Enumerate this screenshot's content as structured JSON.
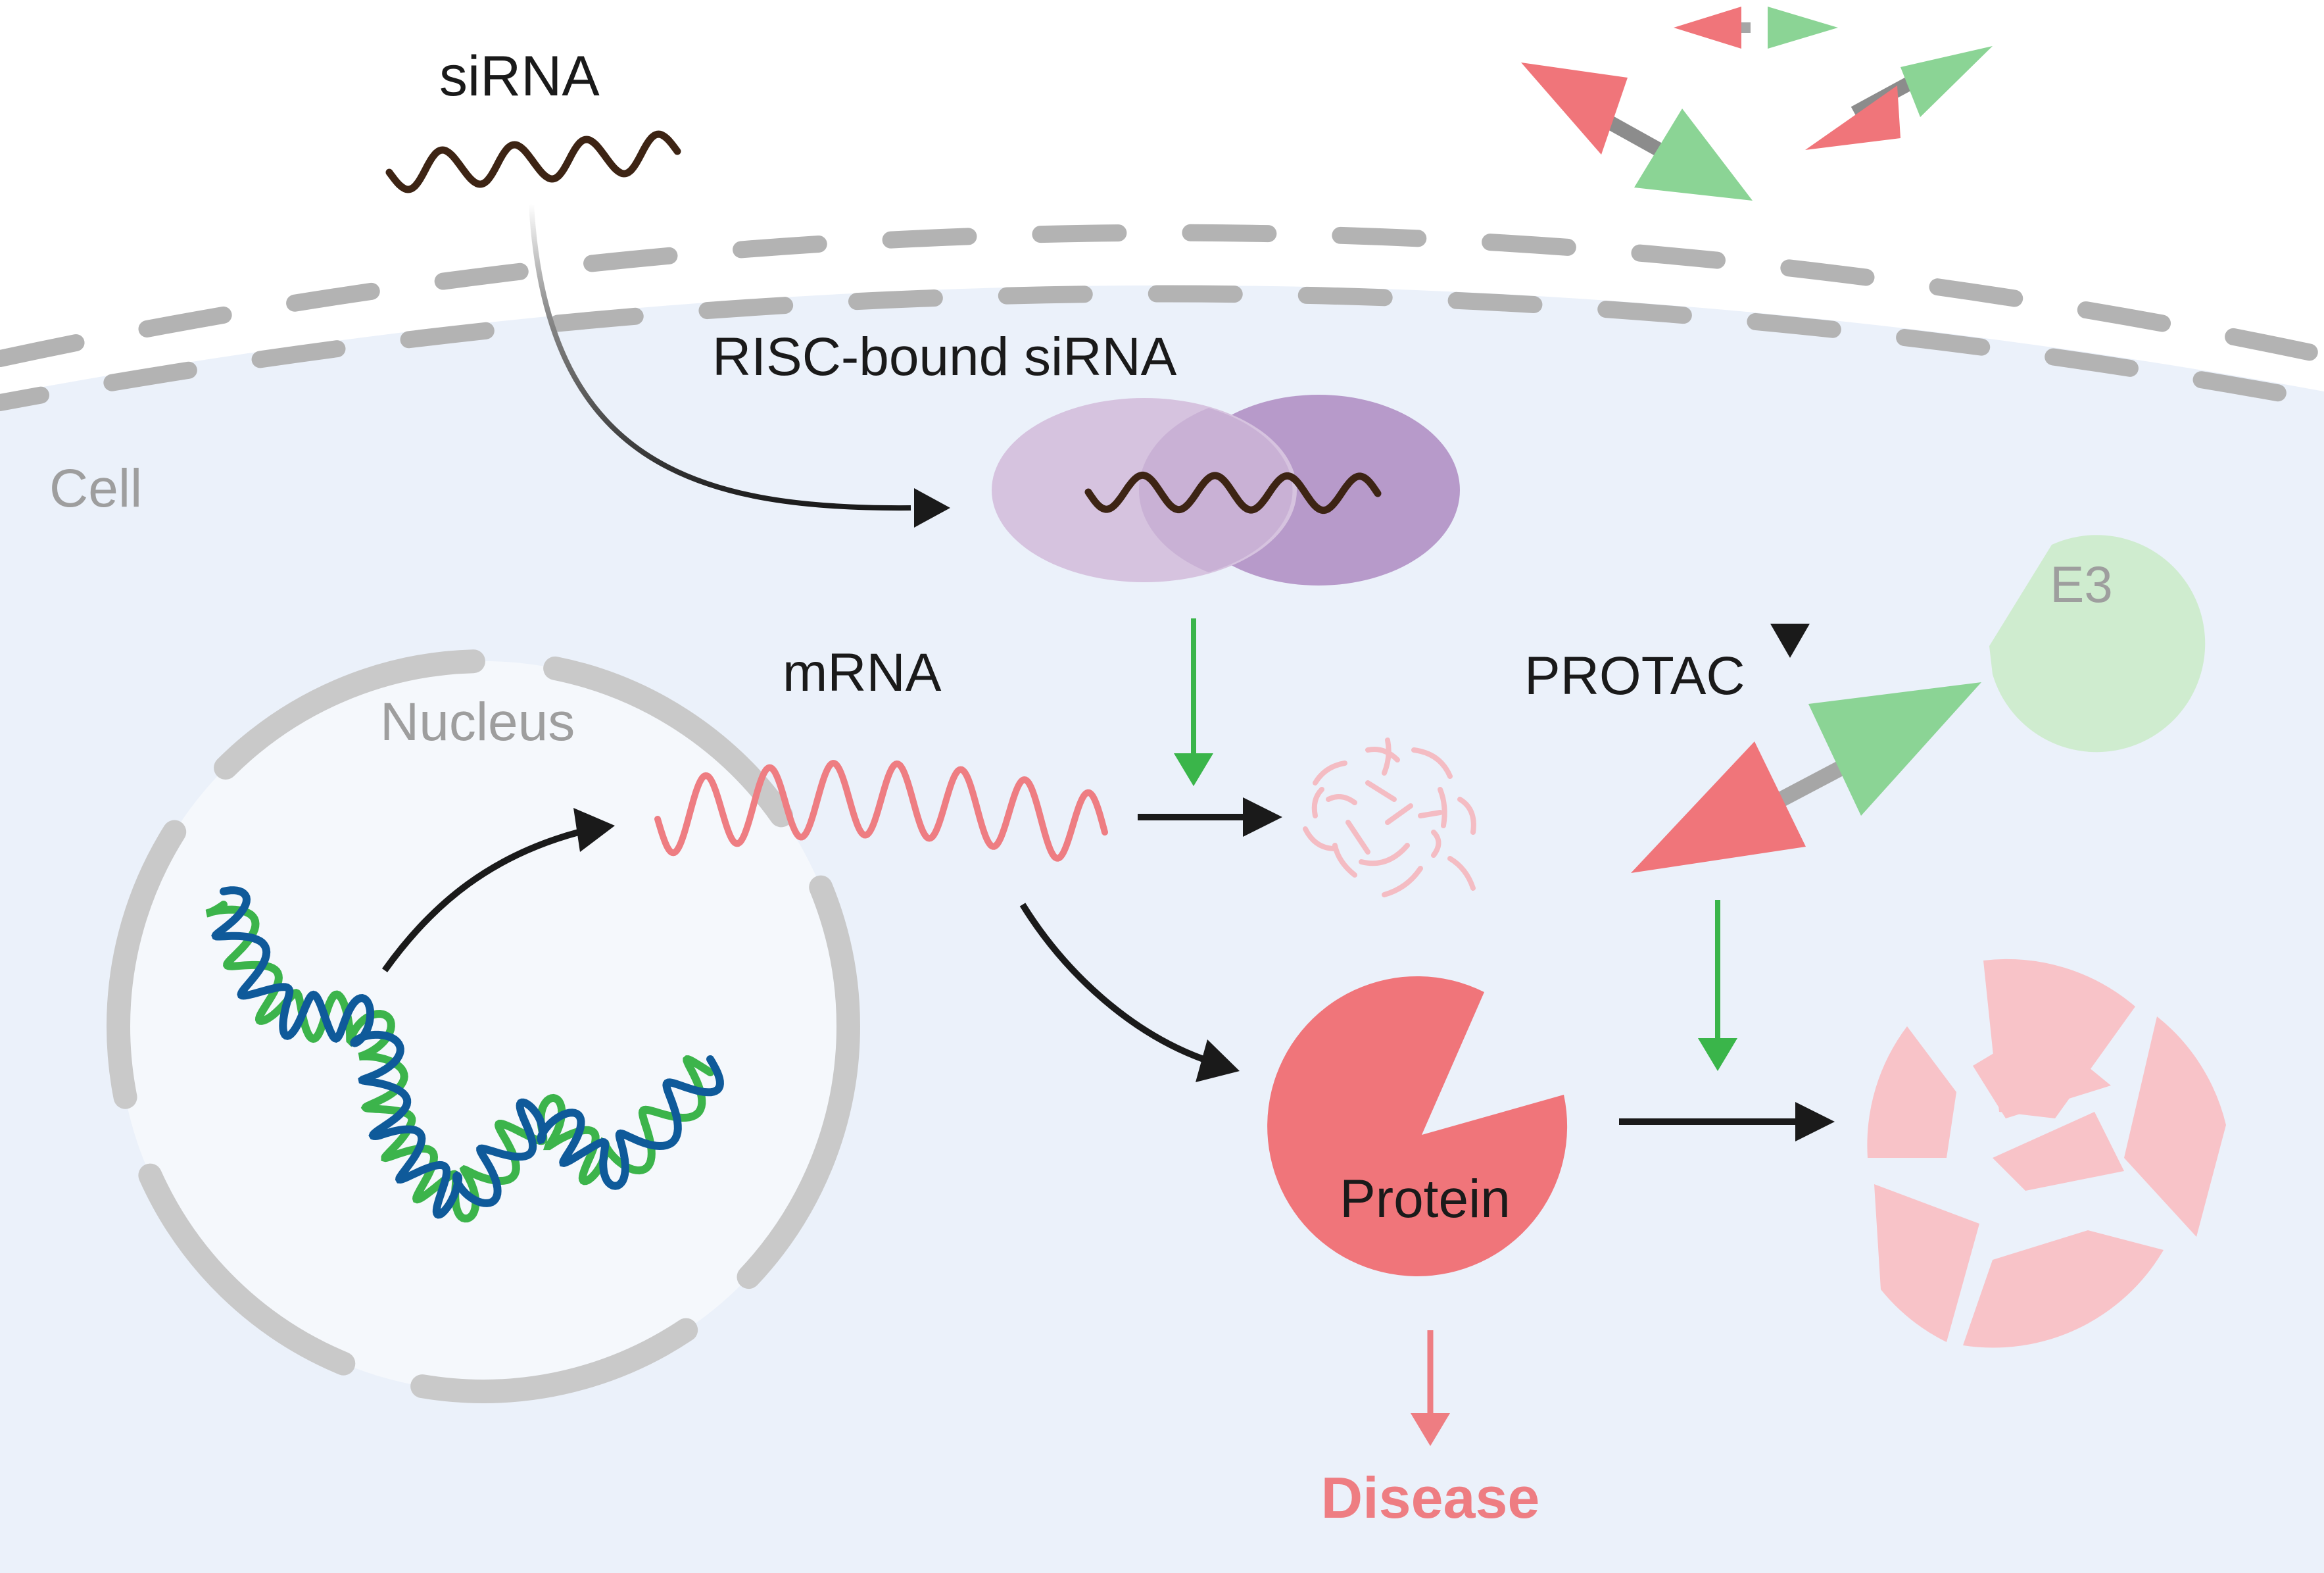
{
  "labels": {
    "sirna": "siRNA",
    "risc": "RISC-bound siRNA",
    "cell": "Cell",
    "nucleus": "Nucleus",
    "mrna": "mRNA",
    "protac": "PROTAC",
    "e3": "E3",
    "protein": "Protein",
    "disease": "Disease"
  },
  "colors": {
    "cell_fill": "#ebf1fa",
    "nucleus_fill": "#f5f8fc",
    "membrane": "#b3b3b3",
    "nucleus_wall": "#c9c9c9",
    "sirna_strand": "#3d2414",
    "risc_light": "#d6c3df",
    "risc_dark": "#b79aca",
    "mrna": "#ee7d82",
    "mrna_fragments": "#f4bcc3",
    "protein": "#f0757a",
    "protein_fragments": "#f8c3c8",
    "protac_red": "#f0757a",
    "protac_green": "#8bd495",
    "e3": "#cfeccf",
    "dna_green": "#3cb44b",
    "dna_blue": "#0f5a9a",
    "arrow_black": "#1a1a1a",
    "arrow_green": "#3ab54a",
    "disease": "#ee7d82"
  }
}
